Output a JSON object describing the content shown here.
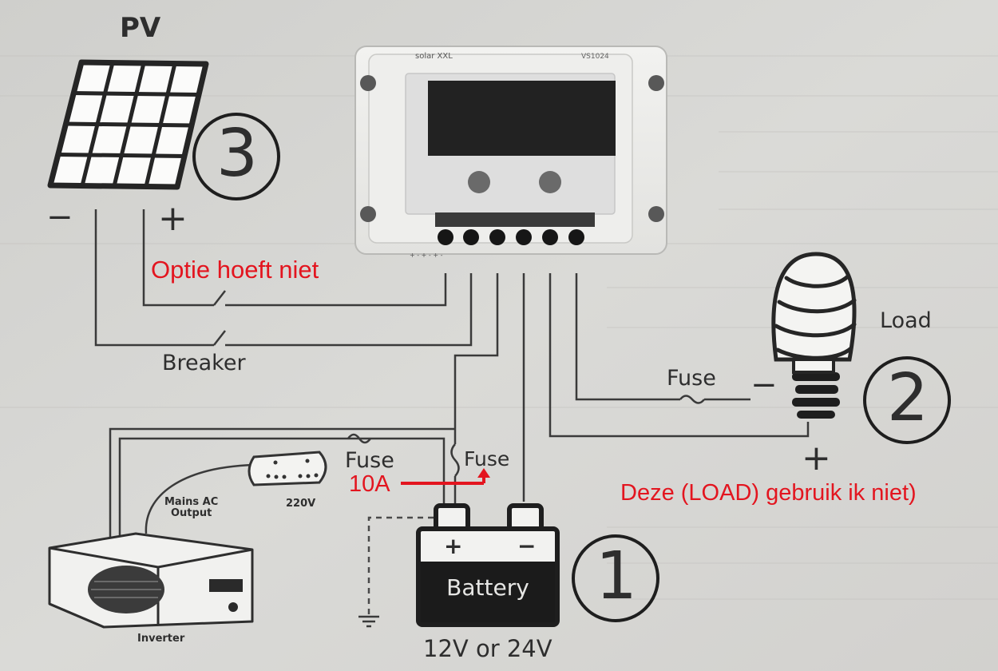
{
  "labels": {
    "pv": "PV",
    "pv_minus": "−",
    "pv_plus": "+",
    "breaker": "Breaker",
    "load": "Load",
    "load_minus": "−",
    "load_plus": "+",
    "fuse_load": "Fuse",
    "fuse_inverter": "Fuse",
    "fuse_battery": "Fuse",
    "mains_ac_output": "Mains AC\nOutput",
    "voltage_220": "220V",
    "inverter": "Inverter",
    "battery": "Battery",
    "battery_plus": "+",
    "battery_minus": "−",
    "battery_voltage": "12V or 24V"
  },
  "step_numbers": {
    "battery": "1",
    "load": "2",
    "pv": "3"
  },
  "annotations": {
    "option_note": "Optie hoeft niet",
    "fuse_rating": "10A",
    "load_note": "Deze (LOAD) gebruik ik niet)"
  },
  "colors": {
    "annotation": "#e3151f",
    "line": "#3a3a3a",
    "paper": "#d6d5d2"
  }
}
